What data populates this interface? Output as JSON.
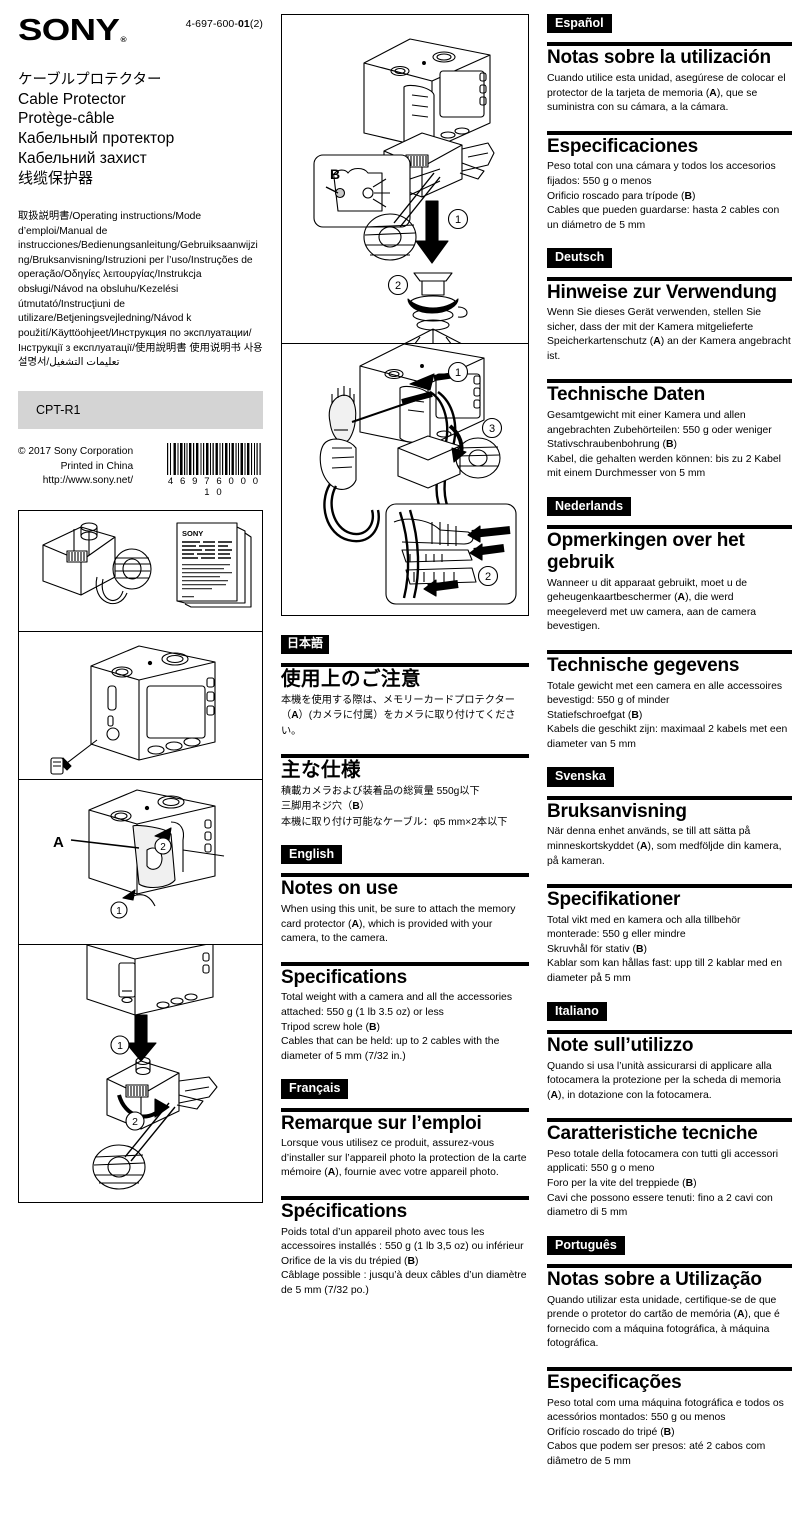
{
  "masthead": {
    "brand": "SONY",
    "doc_number_prefix": "4-697-600-",
    "doc_number_bold": "01",
    "doc_number_suffix": "(2)",
    "titles": [
      "ケーブルプロテクター",
      "Cable Protector",
      "Protège-câble",
      "Кабельный протектор",
      "Кабельний захист",
      "线缆保护器"
    ],
    "instructions_languages": "取扱説明書/Operating instructions/Mode d’emploi/Manual de instrucciones/Bedienungsanleitung/Gebruiksaanwijzing/Bruksanvisning/Istruzioni per l’uso/Instruções de operação/Οδηγίες λειτουργίας/Instrukcja obsługi/Návod na obsluhu/Kezelési útmutató/Instrucţiuni de utilizare/Betjeningsvejledning/Návod k použití/Käyttöohjeet/Инструкция по эксплуатации/Інструкції з експлуатації/使用說明書 使用说明书 사용설명서/تعليمات التشغيل",
    "model": "CPT-R1",
    "copyright_line1": "© 2017  Sony Corporation",
    "copyright_line2": "Printed in China",
    "copyright_line3": "http://www.sony.net/",
    "barcode_number": "4 6 9 7 6 0 0 0 1 0"
  },
  "figures": {
    "callout_a": "A",
    "callout_b": "B",
    "step_1": "1",
    "step_2": "2",
    "step_3": "3",
    "doc_logo": "SONY"
  },
  "sections": [
    {
      "id": "japanese",
      "tag": "日本語",
      "notes_heading": "使用上のご注意",
      "notes_body": "本機を使用する際は、メモリーカードプロテクター（A）(カメラに付属）をカメラに取り付けてください。",
      "specs_heading": "主な仕様",
      "specs_body": "積載カメラおよび装着品の総質量  550g以下\n三脚用ネジ穴（B）\n本機に取り付け可能なケーブル：φ5 mm×2本以下"
    },
    {
      "id": "english",
      "tag": "English",
      "notes_heading": "Notes on use",
      "notes_body": "When using this unit, be sure to attach the memory card protector (A), which is provided with your camera, to the camera.",
      "specs_heading": "Specifications",
      "specs_body": "Total weight with a camera and all the accessories attached: 550 g (1 lb 3.5 oz) or less\nTripod screw hole (B)\nCables that can be held: up to 2 cables with the diameter of 5 mm (7/32 in.)"
    },
    {
      "id": "francais",
      "tag": "Français",
      "notes_heading": "Remarque sur l’emploi",
      "notes_body": "Lorsque vous utilisez ce produit, assurez-vous d’installer sur l’appareil photo la protection de la carte mémoire (A), fournie avec votre appareil photo.",
      "specs_heading": "Spécifications",
      "specs_body": "Poids total d’un appareil photo avec tous les accessoires installés  : 550 g (1 lb 3,5 oz) ou inférieur\nOrifice de la vis du trépied (B)\nCâblage possible : jusqu’à deux câbles d’un diamètre de 5 mm (7/32 po.)"
    },
    {
      "id": "espanol",
      "tag": "Español",
      "notes_heading": "Notas sobre la utilización",
      "notes_body": "Cuando utilice esta unidad, asegúrese de colocar el protector de la tarjeta de memoria (A), que se suministra con su cámara, a la cámara.",
      "specs_heading": "Especificaciones",
      "specs_body": "Peso total con una cámara y todos los accesorios fijados: 550 g o menos\nOrificio roscado para trípode (B)\nCables que pueden guardarse: hasta 2 cables con un diámetro de 5 mm"
    },
    {
      "id": "deutsch",
      "tag": "Deutsch",
      "notes_heading": "Hinweise zur Verwendung",
      "notes_body": "Wenn Sie dieses Gerät verwenden, stellen Sie sicher, dass der mit der Kamera mitgelieferte Speicherkartenschutz (A) an der Kamera angebracht ist.",
      "specs_heading": "Technische Daten",
      "specs_body": "Gesamtgewicht mit einer Kamera und allen angebrachten Zubehörteilen: 550 g oder weniger\nStativschraubenbohrung (B)\nKabel, die gehalten werden können: bis zu 2 Kabel mit einem Durchmesser von 5 mm"
    },
    {
      "id": "nederlands",
      "tag": "Nederlands",
      "notes_heading": "Opmerkingen over het gebruik",
      "notes_body": "Wanneer u dit apparaat gebruikt, moet u de geheugenkaartbeschermer (A), die werd meegeleverd met uw camera, aan de camera bevestigen.",
      "specs_heading": "Technische gegevens",
      "specs_body": "Totale gewicht met een camera en alle accessoires bevestigd: 550 g of minder\nStatiefschroefgat (B)\nKabels die geschikt zijn: maximaal 2 kabels met een diameter van 5 mm"
    },
    {
      "id": "svenska",
      "tag": "Svenska",
      "notes_heading": "Bruksanvisning",
      "notes_body": "När denna enhet används, se till att sätta på minneskortskyddet (A), som medföljde din kamera, på kameran.",
      "specs_heading": "Specifikationer",
      "specs_body": "Total vikt med en kamera och alla tillbehör monterade: 550 g eller mindre\nSkruvhål för stativ (B)\nKablar som kan hållas fast: upp till 2 kablar med en diameter på 5 mm"
    },
    {
      "id": "italiano",
      "tag": "Italiano",
      "notes_heading": "Note sull’utilizzo",
      "notes_body": "Quando si usa l’unità assicurarsi di applicare alla fotocamera la protezione per la scheda di memoria (A), in dotazione con la fotocamera.",
      "specs_heading": "Caratteristiche tecniche",
      "specs_body": "Peso totale della fotocamera con tutti gli accessori applicati: 550 g o meno\nForo per la vite del treppiede (B)\nCavi che possono essere tenuti: fino a 2 cavi con diametro di 5 mm"
    },
    {
      "id": "portugues",
      "tag": "Português",
      "notes_heading": "Notas sobre a Utilização",
      "notes_body": "Quando utilizar esta unidade, certifique-se de que prende o protetor do cartão de memória (A), que é fornecido com a máquina fotográfica, à máquina fotográfica.",
      "specs_heading": "Especificações",
      "specs_body": "Peso total com uma máquina fotográfica e todos os acessórios montados: 550 g ou menos\nOrifício roscado do tripé (B)\nCabos que podem ser presos: até 2 cabos com diâmetro de 5 mm"
    }
  ]
}
